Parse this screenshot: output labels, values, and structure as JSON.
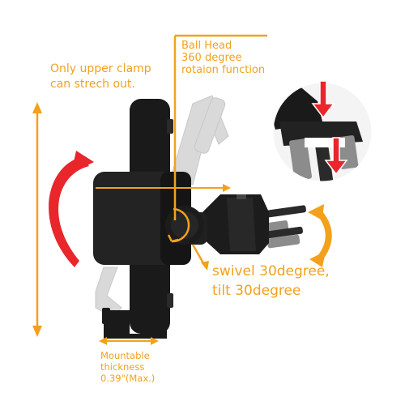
{
  "labels": {
    "upper_clamp": [
      "Only upper clamp",
      "can strech out."
    ],
    "ball_head": [
      "Ball Head",
      "360 degree",
      "rotaion function"
    ],
    "swivel": [
      "swivel 30degree,",
      "tilt 30degree"
    ],
    "thickness": [
      "Mountable",
      "thickness",
      "0.39\"(Max.)"
    ]
  },
  "colors": {
    "accent": "#f3a11c",
    "red_arrow": "#e8262b",
    "mount_black": "#1a1a1a",
    "ghost_gray": "#d4d4d4",
    "clip_gray": "#8c8c8c"
  },
  "icons": [
    "rotate-arrow-icon",
    "swivel-arrow-icon",
    "vertical-extent-arrow-icon",
    "thickness-arrow-icon",
    "press-arrow-icon"
  ]
}
